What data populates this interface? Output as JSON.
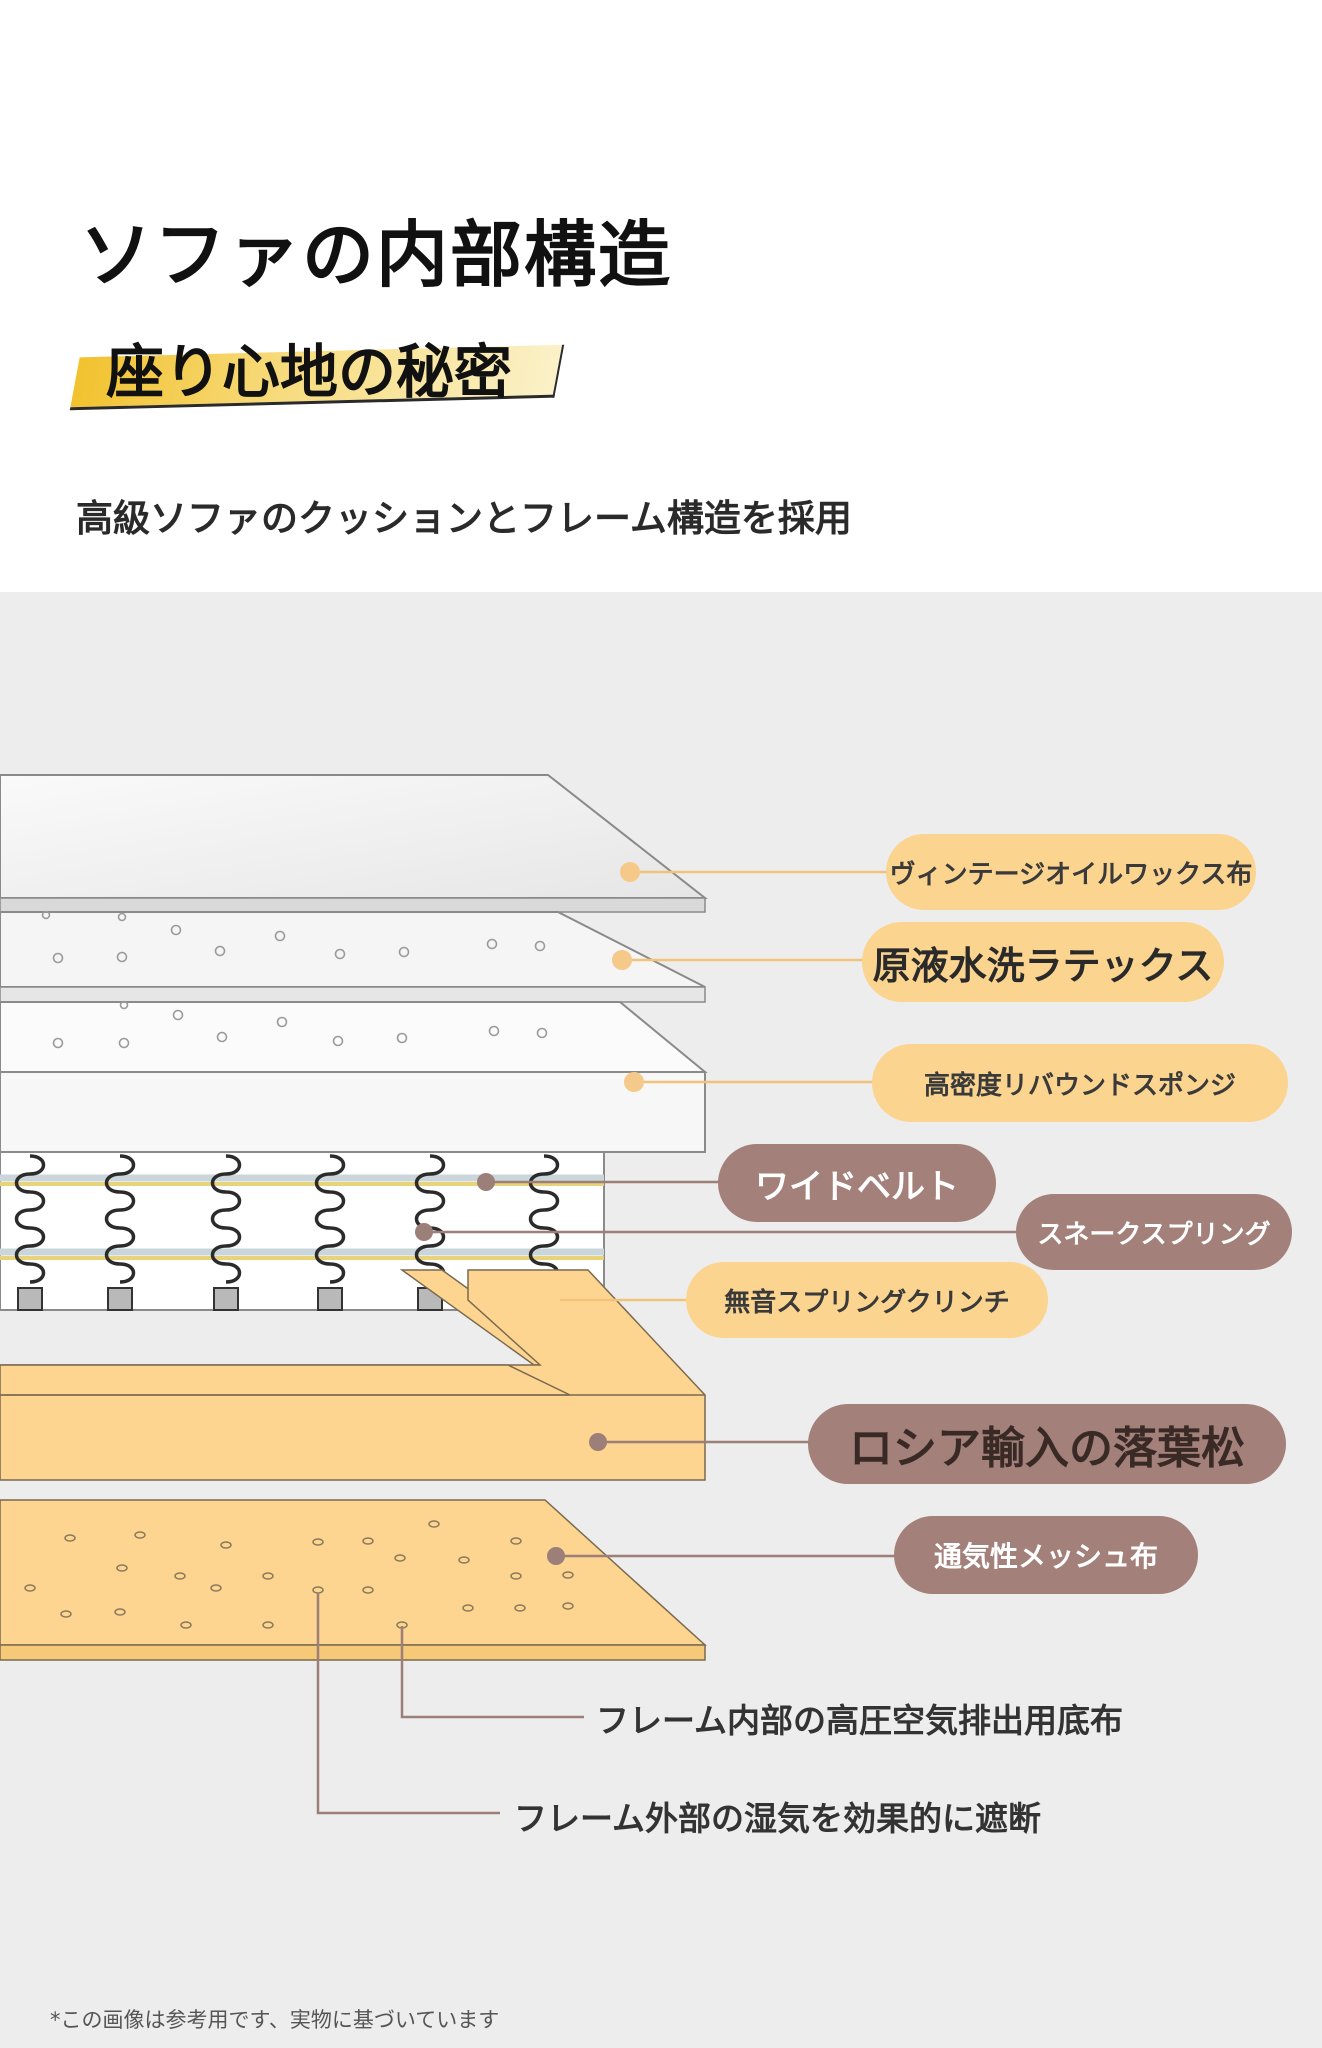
{
  "header": {
    "title": "ソファの内部構造",
    "subtitle": "座り心地の秘密",
    "description": "高級ソファのクッションとフレーム構造を採用"
  },
  "labels": {
    "fabric": "ヴィンテージオイルワックス布",
    "latex": "原液水洗ラテックス",
    "sponge": "高密度リバウンドスポンジ",
    "belt": "ワイドベルト",
    "spring": "スネークスプリング",
    "clinch": "無音スプリングクリンチ",
    "larch": "ロシア輸入の落葉松",
    "mesh": "通気性メッシュ布",
    "bottom_inner": "フレーム内部の高圧空気排出用底布",
    "bottom_outer": "フレーム外部の湿気を効果的に遮断"
  },
  "footnote": "*この画像は参考用です、実物に基づいています",
  "colors": {
    "background": "#ededed",
    "cream": "#fbd48f",
    "brown": "#a3807a",
    "wood": "#fdd590"
  }
}
